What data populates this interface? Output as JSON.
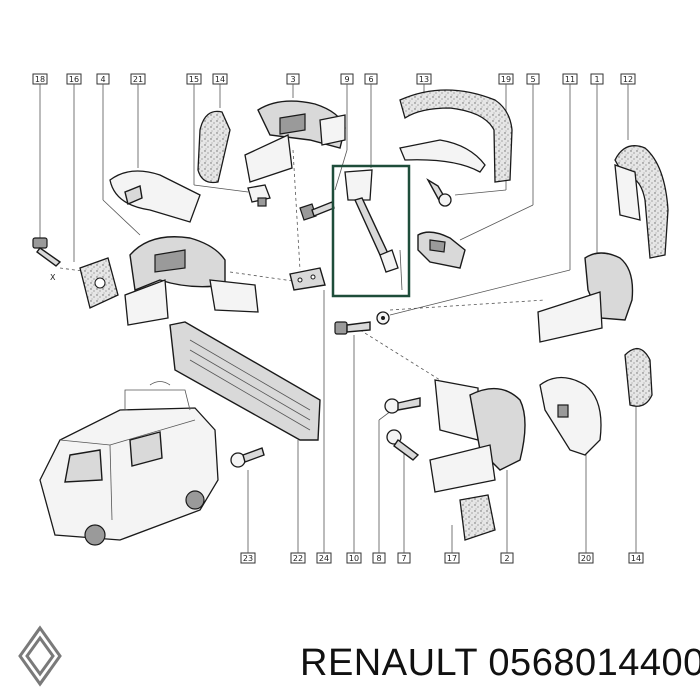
{
  "footer": {
    "brand": "RENAULT",
    "part_number": "0568014400"
  },
  "logo": {
    "icon": "renault-diamond-logo-icon"
  },
  "callouts": [
    {
      "id": "c18",
      "label": "18"
    },
    {
      "id": "c16",
      "label": "16"
    },
    {
      "id": "c4",
      "label": "4"
    },
    {
      "id": "c21",
      "label": "21"
    },
    {
      "id": "c15",
      "label": "15"
    },
    {
      "id": "c14a",
      "label": "14"
    },
    {
      "id": "c3",
      "label": "3"
    },
    {
      "id": "c9",
      "label": "9"
    },
    {
      "id": "c6",
      "label": "6"
    },
    {
      "id": "c13",
      "label": "13"
    },
    {
      "id": "c19",
      "label": "19"
    },
    {
      "id": "c5",
      "label": "5"
    },
    {
      "id": "c11",
      "label": "11"
    },
    {
      "id": "c1",
      "label": "1"
    },
    {
      "id": "c12",
      "label": "12"
    },
    {
      "id": "c23",
      "label": "23"
    },
    {
      "id": "c22",
      "label": "22"
    },
    {
      "id": "c24",
      "label": "24"
    },
    {
      "id": "c10",
      "label": "10"
    },
    {
      "id": "c8",
      "label": "8"
    },
    {
      "id": "c7",
      "label": "7"
    },
    {
      "id": "c17",
      "label": "17"
    },
    {
      "id": "c2",
      "label": "2"
    },
    {
      "id": "c20",
      "label": "20"
    },
    {
      "id": "c14b",
      "label": "14"
    }
  ],
  "annotation_x": "X"
}
